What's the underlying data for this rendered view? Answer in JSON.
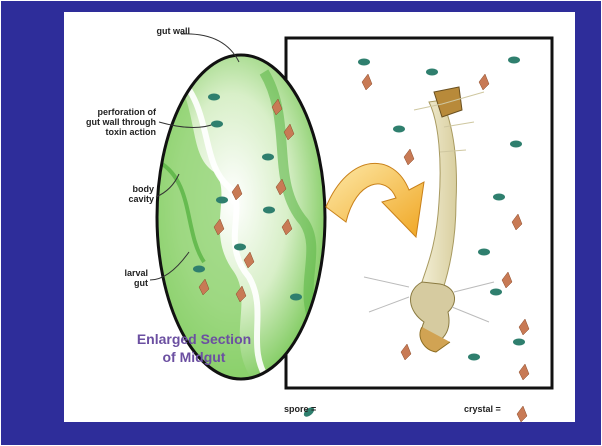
{
  "labels": {
    "gut_wall": "gut wall",
    "perforation_line1": "perforation of",
    "perforation_line2": "gut wall through",
    "perforation_line3": "toxin action",
    "body_line1": "body",
    "body_line2": "cavity",
    "larval_line1": "larval",
    "larval_line2": "gut"
  },
  "caption": {
    "line1": "Enlarged Section",
    "line2": "of Midgut"
  },
  "legend": {
    "spore_label": "spore =",
    "crystal_label": "crystal ="
  },
  "colors": {
    "background": "#2e2d9a",
    "caption": "#6b4fa1",
    "spore": "#2f7f6e",
    "crystal": "#c87a55",
    "arrow": "#f0a623",
    "gut_green": "#6cc24a"
  },
  "icons": {
    "spore": "spore-icon",
    "crystal": "crystal-icon",
    "arrow": "curved-arrow-icon",
    "larva": "mosquito-larva-illustration"
  }
}
